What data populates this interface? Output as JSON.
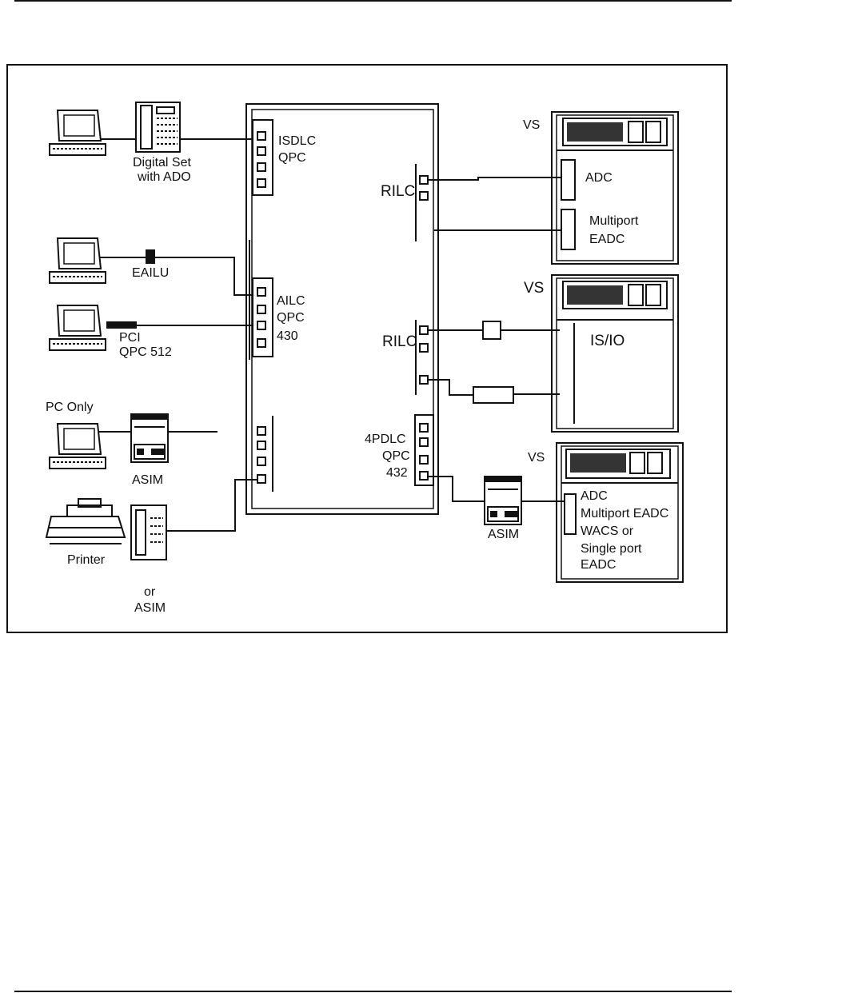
{
  "colors": {
    "ink": "#111111",
    "paper": "#ffffff"
  },
  "icons": [
    "pc-terminal-icon",
    "digital-set-icon",
    "printer-icon",
    "asim-icon",
    "phone-icon",
    "vs-host-icon",
    "eailu-icon",
    "pci-adapter-icon"
  ],
  "left": {
    "digital_set": "Digital Set",
    "with_ado": "with ADO",
    "eailu": "EAILU",
    "pci": "PCI",
    "pci_code": "QPC 512",
    "pc_only": "PC Only",
    "asim": "ASIM",
    "printer": "Printer",
    "or": "or",
    "or_asim": "ASIM"
  },
  "switch": {
    "isdlc": "ISDLC",
    "isdlc_code": "QPC",
    "ailc": "AILC",
    "ailc_code": "QPC",
    "ailc_num": "430",
    "rilc_top": "RILC",
    "rilc_mid": "RILC",
    "pdlc": "4PDLC",
    "pdlc_code": "QPC",
    "pdlc_num": "432"
  },
  "right": {
    "vs1": "VS",
    "adc": "ADC",
    "multiport": "Multiport",
    "eadc": "EADC",
    "vs2": "VS",
    "isio": "IS/IO",
    "vs3": "VS",
    "asim": "ASIM",
    "list_adc": "ADC",
    "list_multi": "Multiport EADC",
    "list_wacs": "WACS or",
    "list_single": "Single port",
    "list_eadc": "EADC"
  }
}
